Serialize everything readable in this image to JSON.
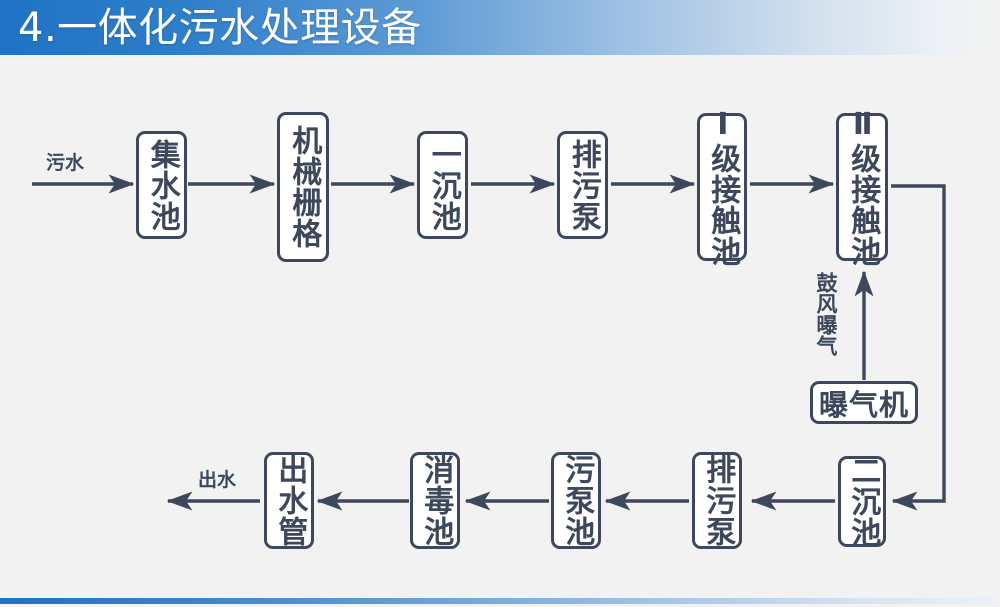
{
  "slide": {
    "number_label": "4.",
    "title": "4.一体化污水处理设备",
    "background_color": "#f2f2f2",
    "banner_color_start": "#1f72c4",
    "banner_color_end": "#f2f2f2",
    "line_color": "#3d485c"
  },
  "diagram": {
    "type": "process-flow",
    "inlet_label": "污水",
    "outlet_label": "出水",
    "aeration_label": "鼓风曝气",
    "row_top": [
      {
        "id": "node-collection-tank",
        "text": "集水池"
      },
      {
        "id": "node-mechanical-grid",
        "text": "机械栅格"
      },
      {
        "id": "node-primary-settling",
        "text": "一沉池"
      },
      {
        "id": "node-sewage-pump-1",
        "text": "排污泵"
      },
      {
        "id": "node-contact-tank-1",
        "text": "Ⅰ级接触池"
      },
      {
        "id": "node-contact-tank-2",
        "text": "Ⅱ级接触池"
      }
    ],
    "row_bottom": [
      {
        "id": "node-outlet-pipe",
        "text": "出水管"
      },
      {
        "id": "node-disinfection-tank",
        "text": "消毒池"
      },
      {
        "id": "node-sludge-pump-tank",
        "text": "污泵池"
      },
      {
        "id": "node-sewage-pump-2",
        "text": "排污泵"
      },
      {
        "id": "node-secondary-settling",
        "text": "二沉池"
      }
    ],
    "aux": [
      {
        "id": "node-aerator",
        "text": "曝气机"
      }
    ]
  }
}
